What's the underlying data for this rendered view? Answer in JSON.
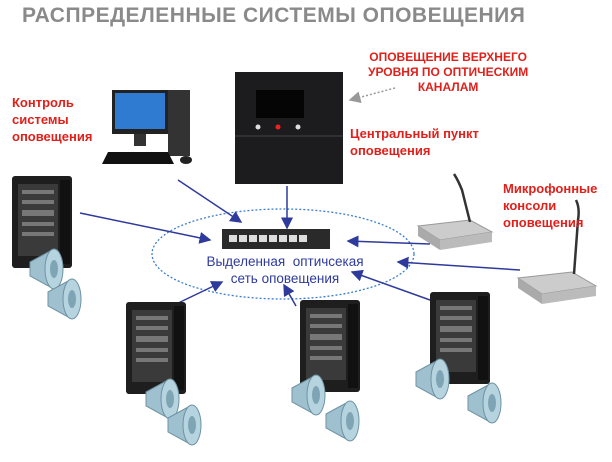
{
  "title": "РАСПРЕДЕЛЕННЫЕ  СИСТЕМЫ ОПОВЕЩЕНИЯ",
  "labels": {
    "top_note": [
      "ОПОВЕЩЕНИЕ ВЕРХНЕГО",
      "УРОВНЯ ПО ОПТИЧЕСКИМ",
      "КАНАЛАМ"
    ],
    "control": [
      "Контроль",
      "системы",
      "оповещения"
    ],
    "central": [
      "Центральный пункт",
      "оповещения"
    ],
    "mics": [
      "Микрофонные",
      "консоли",
      "оповещения"
    ],
    "network": [
      "Выделенная  оптичсекая",
      "сеть оповещения"
    ]
  },
  "colors": {
    "red": "#e0201b",
    "blue": "#2e3a9c",
    "title": "#8a8a8a"
  }
}
